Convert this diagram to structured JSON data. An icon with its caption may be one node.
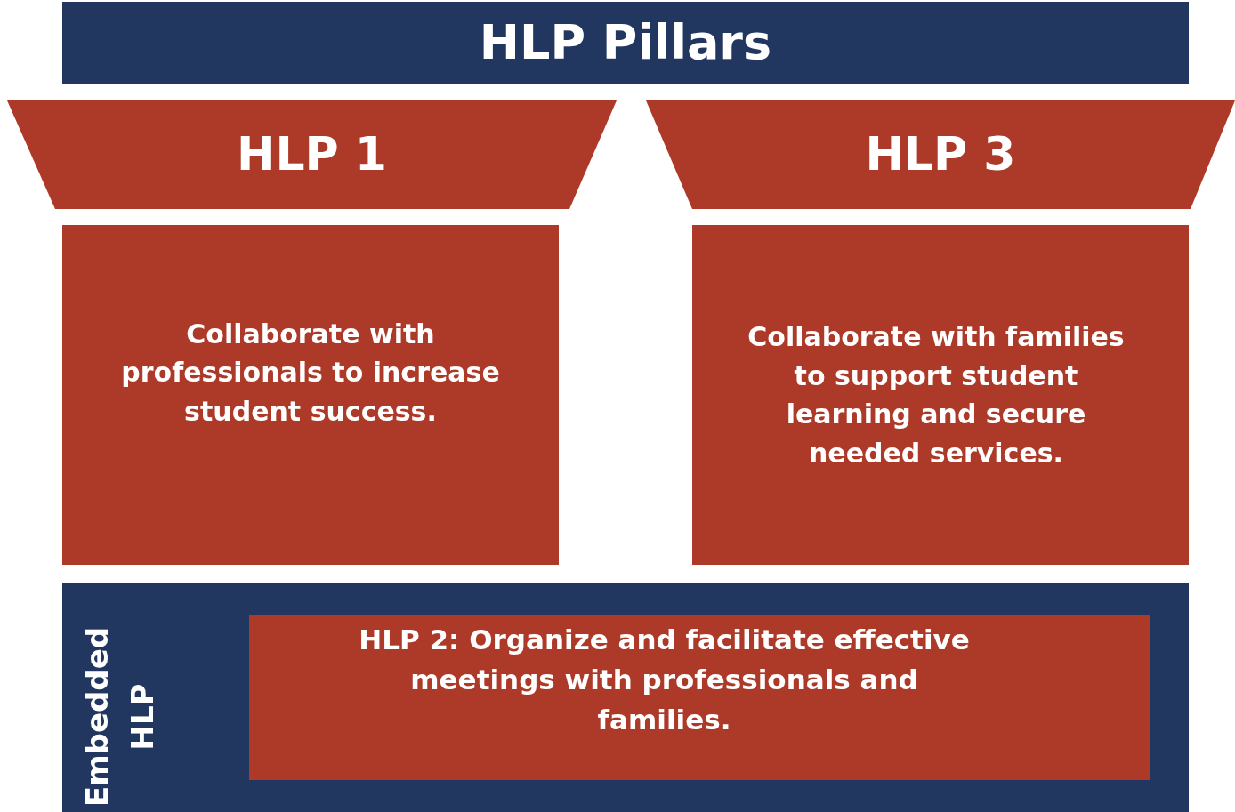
{
  "diagram": {
    "nodes": [
      {
        "text": [
          "HLP Pillars"
        ]
      },
      {
        "text": [
          "HLP 1"
        ]
      },
      {
        "text": [
          "Collaborate with professionals to increase student success."
        ]
      },
      {
        "text": [
          "HLP 3"
        ]
      },
      {
        "text": [
          "Collaborate with families to support student learning and secure needed services."
        ]
      },
      {
        "text": [
          "Embedded HLP"
        ]
      },
      {
        "text": [
          "HLP 2: Organize and facilitate effective meetings with professionals and families."
        ],
        "in": 5
      }
    ],
    "edges": []
  }
}
